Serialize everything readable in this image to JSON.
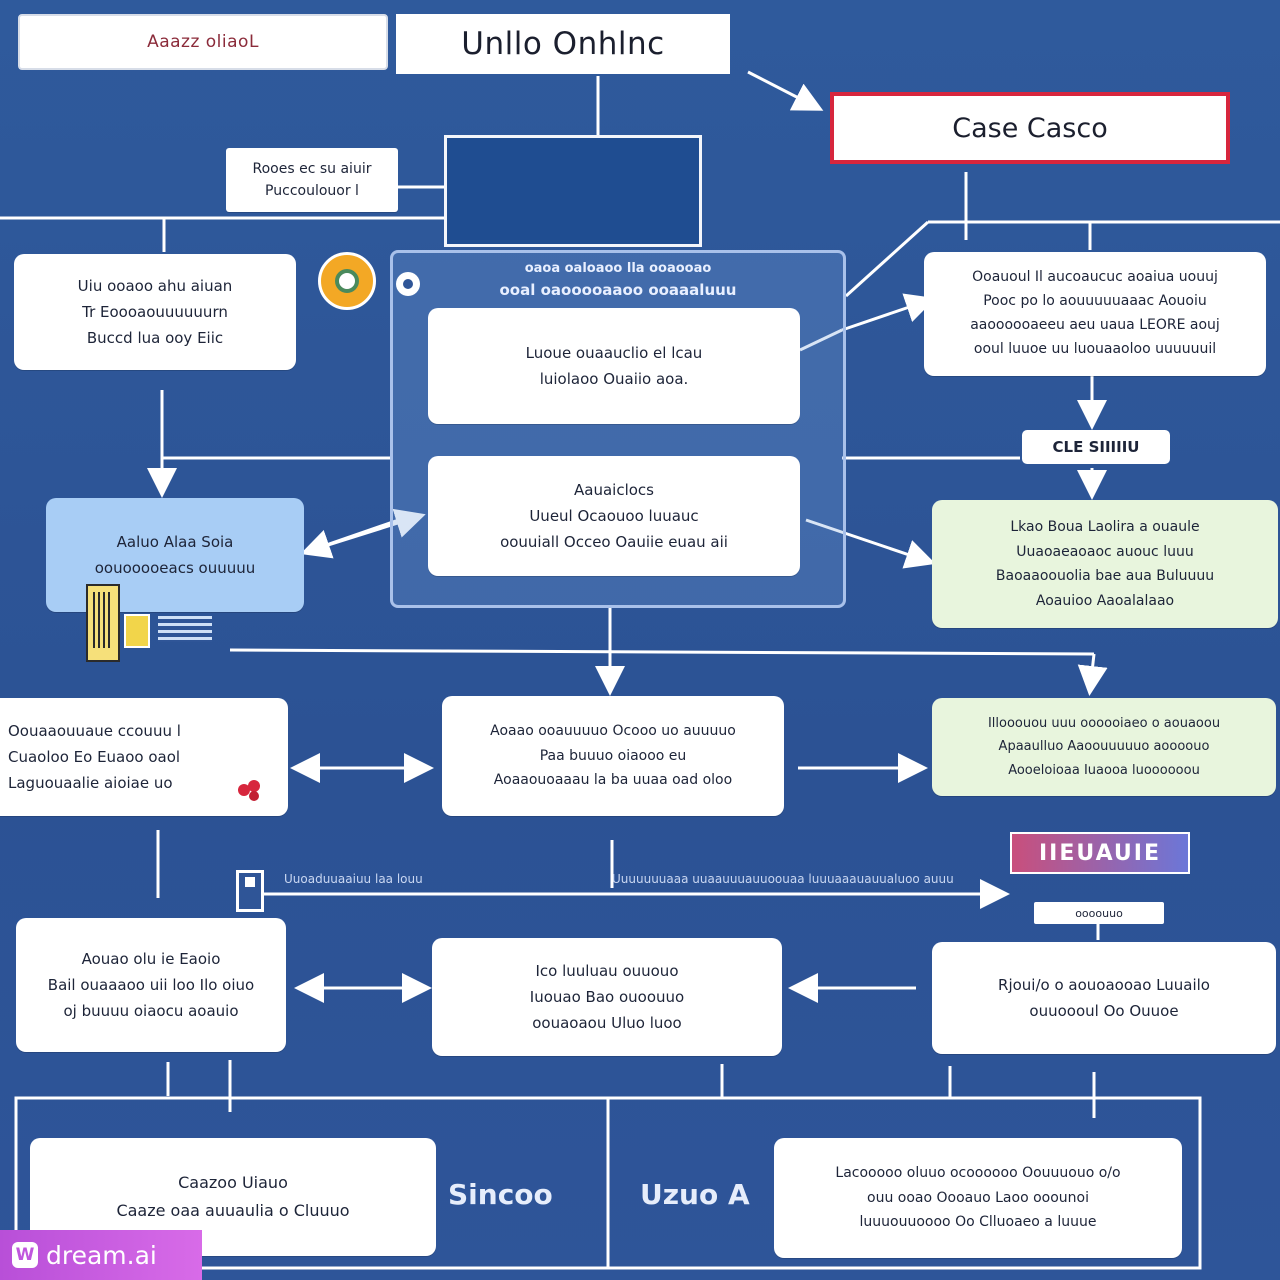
{
  "header": {
    "left_title": "Aaazz oliaoL",
    "center_title": "Unllo Onhlnc",
    "right_title": "Case Casco"
  },
  "colors": {
    "background": "#2f5597",
    "box": "#ffffff",
    "accent_red": "#d7263d",
    "panel_tint": "#8fb0e3",
    "green_tint": "#e8f5dd",
    "blue_tint": "#a8cdf5",
    "watermark": "#c056de"
  },
  "callout_top": [
    "Rooes ec su aiuir",
    "Puccoulouor l"
  ],
  "left_top_box": [
    "Uiu ooaoo ahu aiuan",
    "Tr Eoooaouuuuuurn",
    "Buccd lua ooy Eiic"
  ],
  "center_panel": {
    "title": [
      "oaoa oaloaoo lla ooaooao",
      "ooal oaooooaaoo ooaaaluuu"
    ],
    "top_box": [
      "Luoue ouaauclio el lcau",
      "luiolaoo Ouaiio aoa."
    ],
    "bottom_box": [
      "Aauaiclocs",
      "Uueul Ocaouoo luuauc",
      "oouuiall Occeo Oauiie euau aii"
    ]
  },
  "right_top_box": [
    "Ooauoul Il aucoaucuc aoaiua uouuj",
    "Pooc po lo aouuuuuaaac Aouoiu",
    "aaoooooaeeu aeu uaua LEORE aouj",
    "ooul luuoe uu luouaaoloo uuuuuuil"
  ],
  "right_tag": "CLE SIIIIIU",
  "left_mid_box": [
    "Aaluo Alaa Soia",
    "oouooooeacs ouuuuu"
  ],
  "right_mid_box": [
    "Lkao Boua Laolira a ouaule",
    "Uuaoaeaoaoc auouc luuu",
    "Baoaaoouolia bae aua Buluuuu",
    "Aoauioo Aaoalalaao"
  ],
  "row3": {
    "left": [
      "Oouaaouuaue ccouuu l",
      "Cuaoloo Eo Euaoo oaol",
      "Laguouaalie aioiae uo"
    ],
    "center": [
      "Aoaao ooauuuuo Ocooo uo auuuuo",
      "Paa buuuo oiaooo eu",
      "Aoaaouoaaau la ba uuaa oad oloo"
    ],
    "right": [
      "Illooouou uuu oooooiaeo o aouaoou",
      "Apaaulluo Aaoouuuuuo aoooouo",
      "Aooeloioaa Iuaooa luoooooou"
    ]
  },
  "mid_edge_labels": [
    "Uuoaduuaaiuu laa louu",
    "Uuuuuuuaaa uuaauuuauuoouaa luuuaaauauualuoo auuu"
  ],
  "badge_text": "IIEUAUIE",
  "badge_sub": "oooouuo",
  "row4": {
    "left": [
      "Aouao olu ie Eaoio",
      "Bail ouaaaoo uii loo Ilo oiuo",
      "oj buuuu oiaocu aoauio"
    ],
    "center": [
      "Ico luuluau ouuouo",
      "Iuouao Bao ouoouuo",
      "oouaoaou Uluo luoo"
    ],
    "right": [
      "Rjoui/o o aouoaooao Luuailo",
      "ouuoooul Oo Ouuoe"
    ]
  },
  "bottom": {
    "left_box": [
      "Caazoo Uiauo",
      "Caaze oaa auuaulia o Cluuuo"
    ],
    "label_center": "Sincoo",
    "label_right": "Uzuo A",
    "right_box": [
      "Lacooooo oluuo ocoooooo Oouuuouo o/o",
      "ouu ooao Oooauo Laoo ooounoi",
      "luuuouuoooo Oo Clluoaeo a luuue"
    ]
  },
  "watermark": {
    "logo": "W",
    "text": "dream.ai"
  }
}
